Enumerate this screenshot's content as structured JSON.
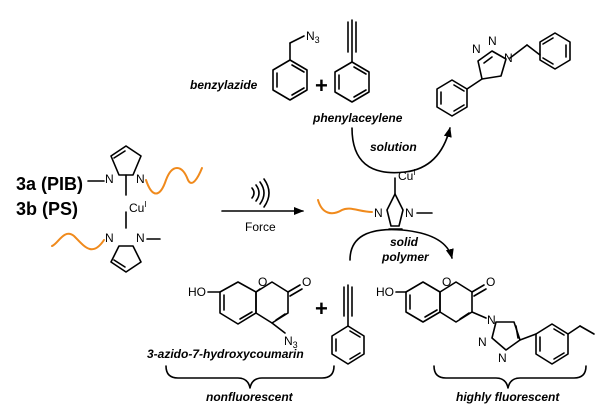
{
  "labels": {
    "benzylazide": "benzylazide",
    "phenylacetylene": "phenylaceylene",
    "azidocoumarin": "3-azido-7-hydroxycoumarin",
    "nonfluorescent": "nonfluorescent",
    "highly_fluorescent": "highly fluorescent",
    "solution": "solution",
    "solid": "solid",
    "polymer": "polymer",
    "force": "Force",
    "compound_a": "3a (PIB)",
    "compound_b": "3b (PS)",
    "plus": "+"
  },
  "atoms": {
    "N": "N",
    "N3": "N",
    "N3_sub": "3",
    "Cu": "Cu",
    "Cu_sup": "I",
    "O": "O",
    "HO": "HO"
  },
  "colors": {
    "solution": "#e0201c",
    "solid_polymer": "#2a74c6",
    "polymer_chain": "#f08a1c",
    "ink": "#000000"
  }
}
